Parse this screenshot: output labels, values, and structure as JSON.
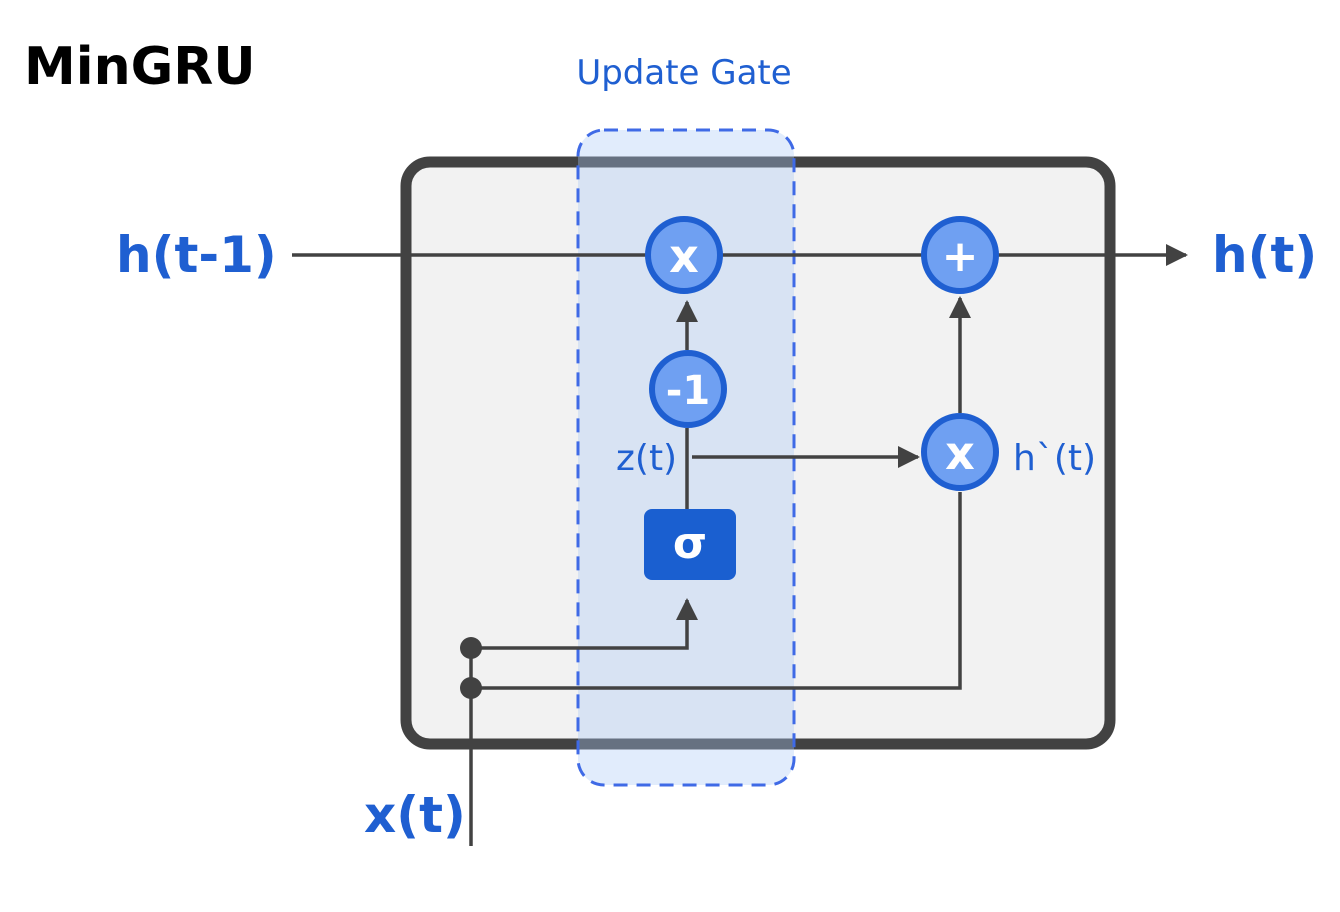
{
  "title": "MinGRU",
  "update_gate": {
    "label": "Update Gate"
  },
  "inputs": {
    "h_prev": "h(t-1)",
    "h_out": "h(t)",
    "x_in": "x(t)"
  },
  "internal_labels": {
    "z": "z(t)",
    "h_candidate": "h`(t)"
  },
  "nodes": {
    "gate_multiply": "x",
    "one_minus": "-1",
    "candidate_multiply": "x",
    "add": "+",
    "sigmoid": "σ"
  },
  "colors": {
    "accent_blue": "#1f5fd1",
    "node_fill": "#6fa0f2",
    "node_stroke": "#1f5fd1",
    "sigmoid_fill": "#1a5fd0",
    "cell_fill": "#f2f2f2",
    "cell_border": "#424242",
    "gate_fill": "#a9c8f5",
    "gate_border": "#3f6ae6"
  }
}
